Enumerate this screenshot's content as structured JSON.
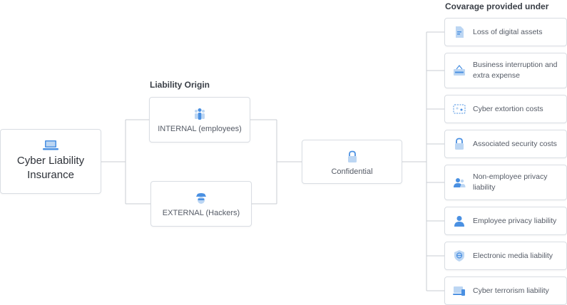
{
  "main": {
    "label": "Cyber Liability Insurance",
    "icon": "laptop-icon"
  },
  "origin": {
    "heading": "Liability Origin",
    "items": [
      {
        "label": "INTERNAL (employees)",
        "icon": "employees-icon"
      },
      {
        "label": "EXTERNAL (Hackers)",
        "icon": "hacker-icon"
      }
    ]
  },
  "middle": {
    "label": "Confidential",
    "icon": "lock-icon"
  },
  "coverage": {
    "heading": "Covarage provided under",
    "items": [
      {
        "label": "Loss of digital assets",
        "icon": "document-icon"
      },
      {
        "label": "Business interruption and extra expense",
        "icon": "closed-sign-icon"
      },
      {
        "label": "Cyber extortion costs",
        "icon": "ransom-note-icon"
      },
      {
        "label": "Associated security costs",
        "icon": "lock-icon"
      },
      {
        "label": "Non-employee privacy liability",
        "icon": "users-icon"
      },
      {
        "label": "Employee privacy liability",
        "icon": "user-icon"
      },
      {
        "label": "Electronic media liability",
        "icon": "shield-icon"
      },
      {
        "label": "Cyber terrorism liability",
        "icon": "devices-icon"
      }
    ]
  },
  "colors": {
    "accent": "#4a90e2",
    "accent_light": "#bcd6f3",
    "line": "#c9cdd3",
    "border": "#d9dde3"
  }
}
